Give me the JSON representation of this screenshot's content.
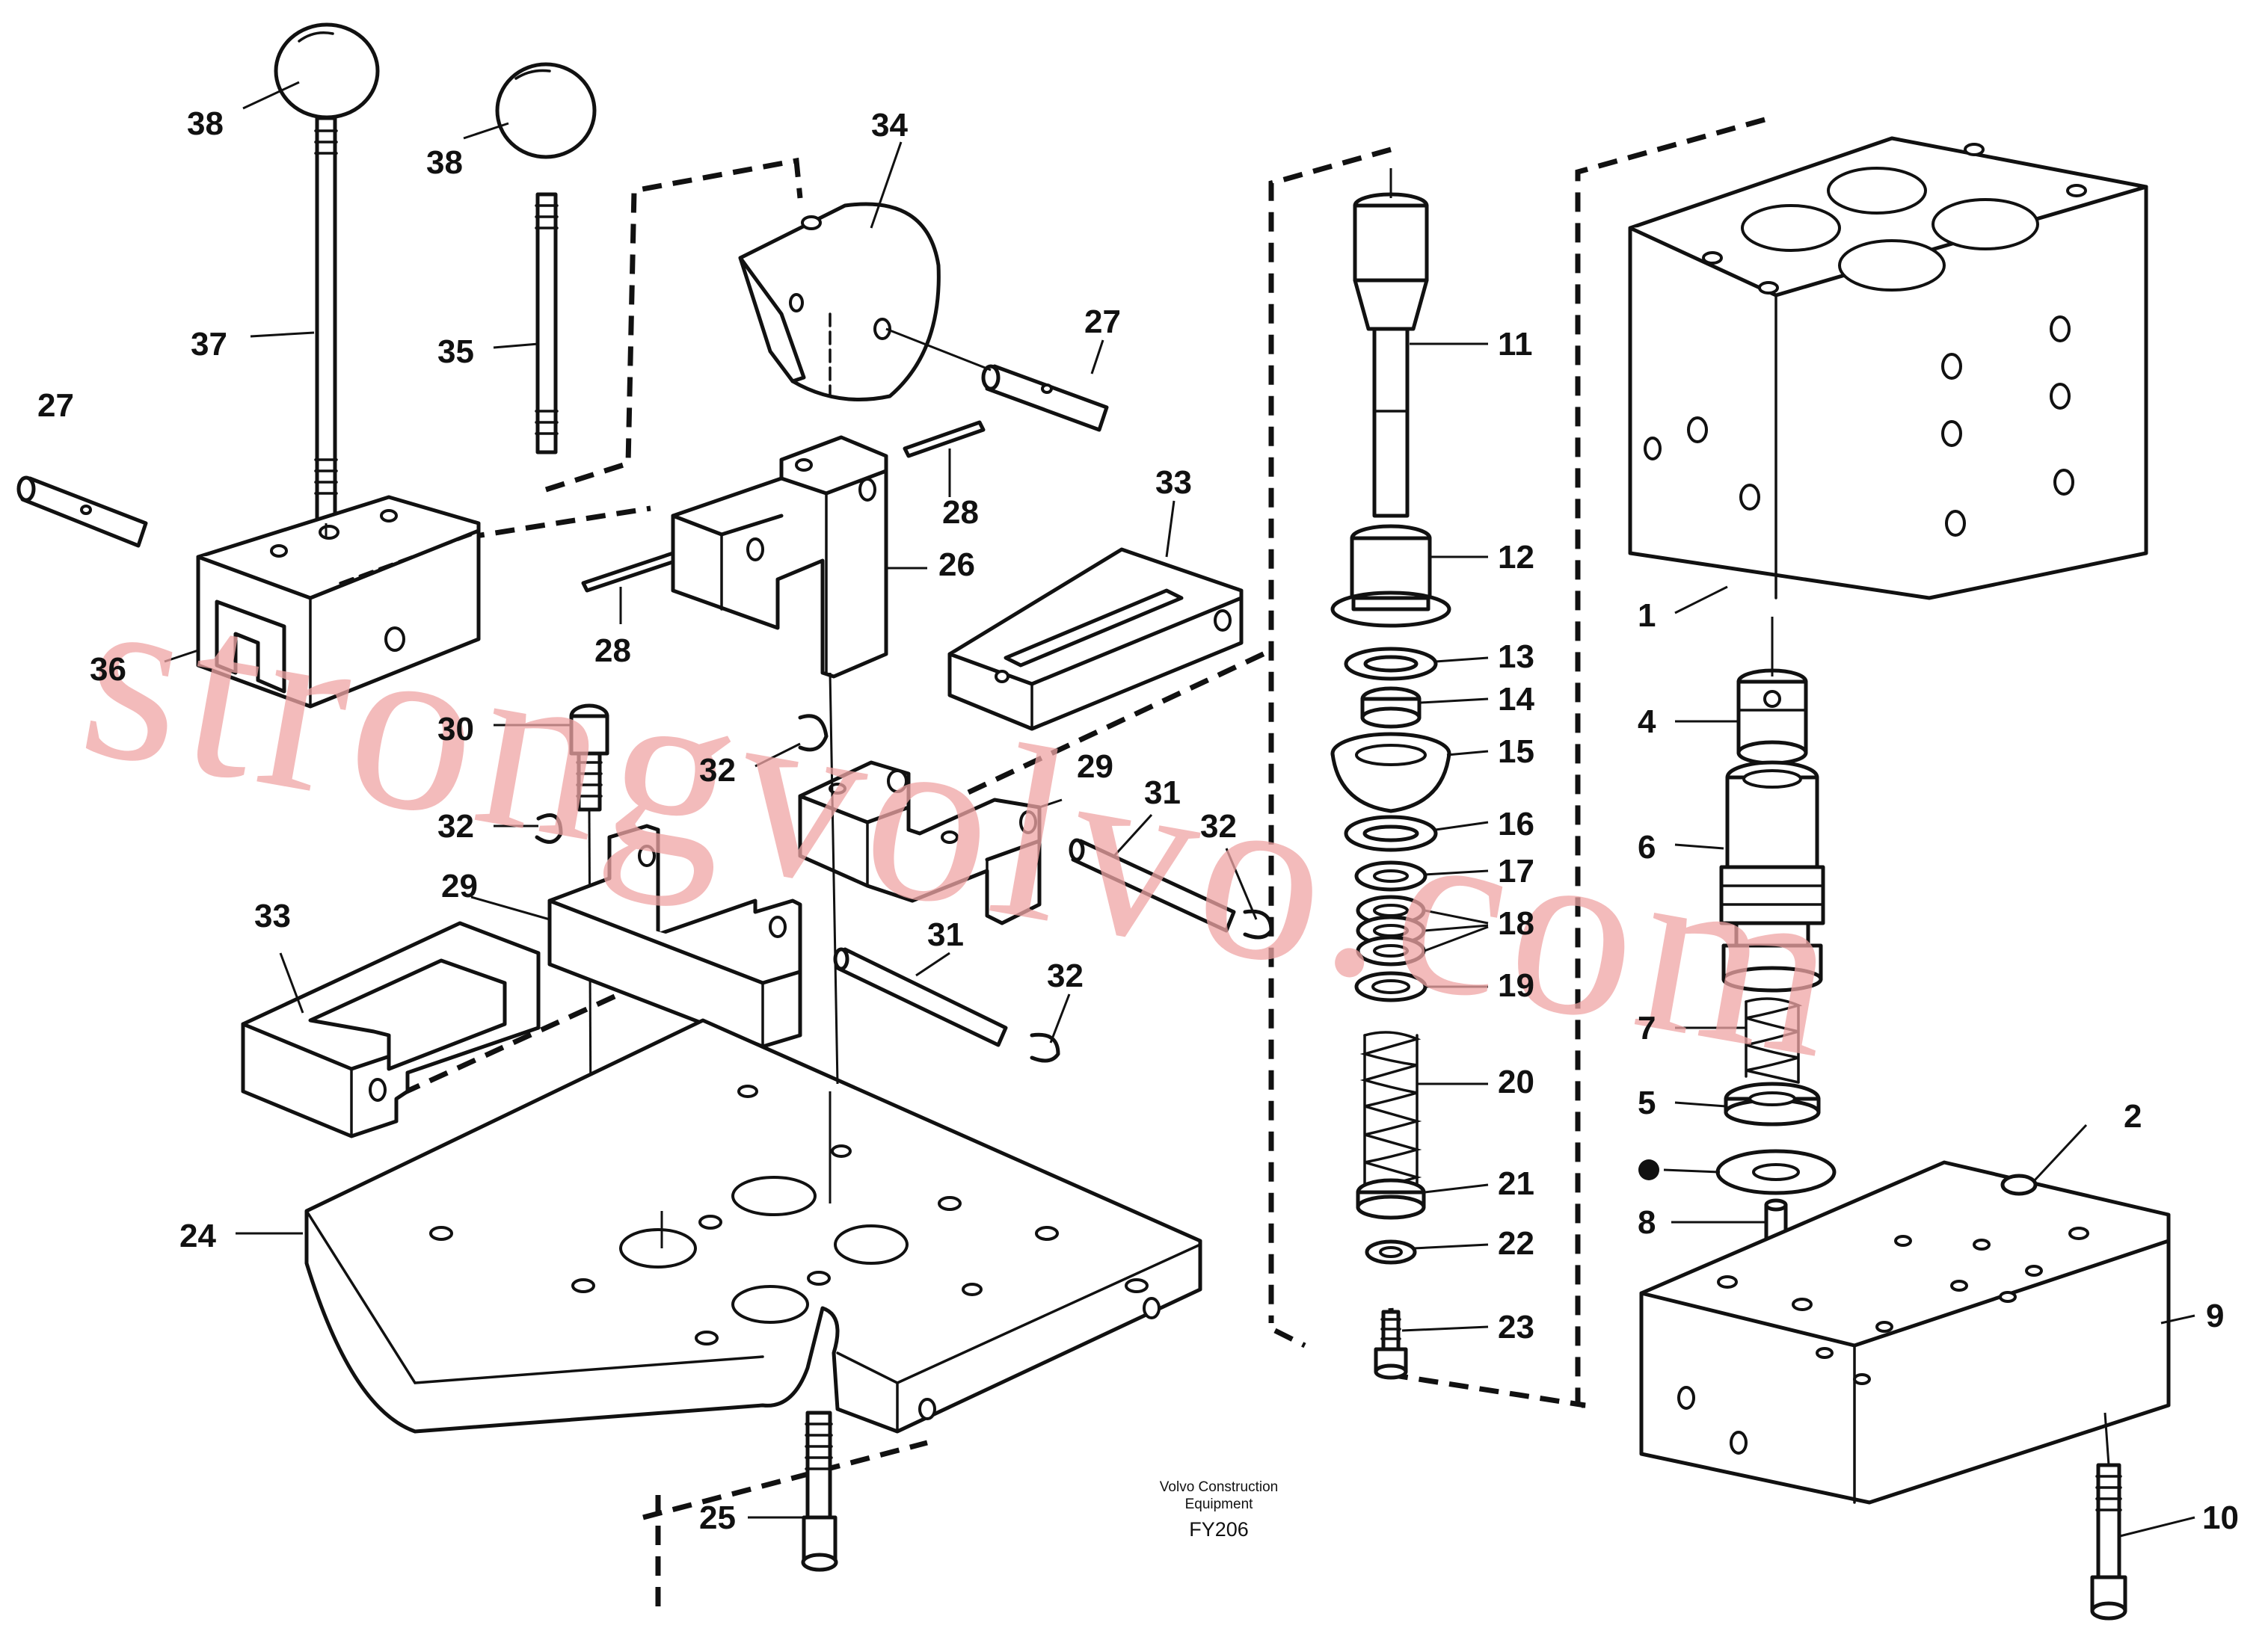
{
  "diagram": {
    "labels": {
      "p1": "1",
      "p2": "2",
      "p4": "4",
      "p5": "5",
      "p6": "6",
      "p7": "7",
      "p8": "8",
      "p9": "9",
      "p10": "10",
      "p11": "11",
      "p12": "12",
      "p13": "13",
      "p14": "14",
      "p15": "15",
      "p16": "16",
      "p17": "17",
      "p18": "18",
      "p19": "19",
      "p20": "20",
      "p21": "21",
      "p22": "22",
      "p23": "23",
      "p24": "24",
      "p25": "25",
      "p26": "26",
      "p27a": "27",
      "p27b": "27",
      "p28a": "28",
      "p28b": "28",
      "p29a": "29",
      "p29b": "29",
      "p30": "30",
      "p31a": "31",
      "p31b": "31",
      "p32a": "32",
      "p32b": "32",
      "p32c": "32",
      "p32d": "32",
      "p33a": "33",
      "p33b": "33",
      "p34": "34",
      "p35": "35",
      "p36": "36",
      "p37": "37",
      "p38a": "38",
      "p38b": "38"
    },
    "caption": {
      "line1": "Volvo Construction",
      "line2": "Equipment",
      "code": "FY206"
    },
    "watermark": "strongvolvo.com",
    "watermark_color": "#f0a5a5"
  }
}
